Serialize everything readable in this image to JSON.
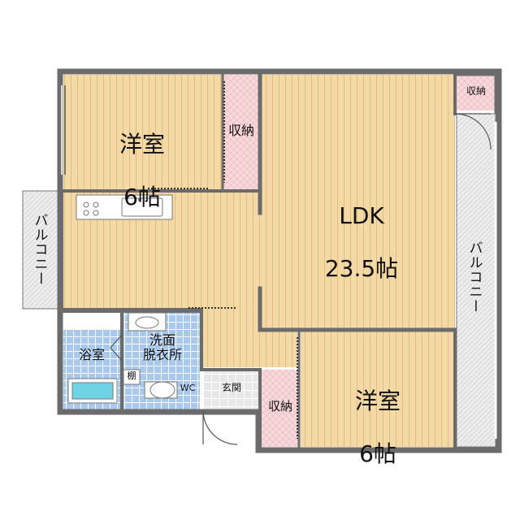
{
  "rooms": {
    "western_room_top": {
      "name": "洋室",
      "size": "6帖"
    },
    "western_room_bottom": {
      "name": "洋室",
      "size": "6帖"
    },
    "ldk": {
      "name": "LDK",
      "size": "23.5帖"
    },
    "storage_top": "収納",
    "storage_corner": "収納",
    "storage_bottom": "収納",
    "bath": "浴室",
    "washroom": "洗面\n脱衣所",
    "toilet": "WC",
    "shelf": "棚",
    "entrance": "玄関"
  },
  "balconies": {
    "left": "バルコニー",
    "right": "バルコニー"
  },
  "colors": {
    "wood": "#f3d9a6",
    "wood_line": "#e2bd7c",
    "storage": "#f7d9dc",
    "tile": "#a8c8ee",
    "balcony": "#ededed",
    "wall": "#6b6b6b",
    "entrance": "#e8e8e8"
  }
}
